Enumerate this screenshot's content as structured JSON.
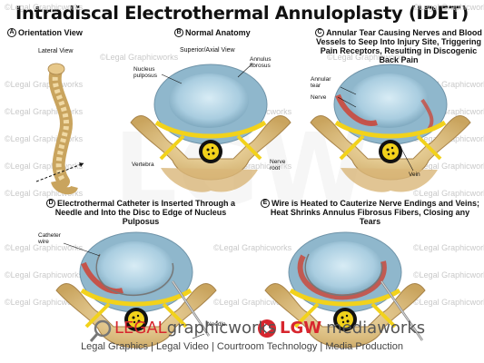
{
  "title": "Intradiscal Electrothermal Annuloplasty (IDET)",
  "watermark": "©Legal Graphicworks",
  "panels": {
    "a": {
      "letter": "A",
      "caption": "Orientation View",
      "sublabel": "Lateral View"
    },
    "b": {
      "letter": "B",
      "caption": "Normal Anatomy",
      "sublabel": "Superior/Axial View",
      "labels": {
        "nucleus": "Nucleus pulposus",
        "annulus": "Annulus fibrosus",
        "vertebra": "Vertebra",
        "nerve_root": "Nerve root"
      }
    },
    "c": {
      "letter": "C",
      "caption": "Annular Tear Causing Nerves and Blood Vessels to Seep Into Injury Site, Triggering Pain Receptors, Resulting in Discogenic Back Pain",
      "labels": {
        "tear": "Annular tear",
        "nerve": "Nerve",
        "vein": "Vein"
      }
    },
    "d": {
      "letter": "D",
      "caption": "Electrothermal Catheter is Inserted Through a Needle and Into the Disc to Edge of Nucleus Pulposus",
      "labels": {
        "catheter": "Catheter wire",
        "needle": "Needle"
      }
    },
    "e": {
      "letter": "E",
      "caption": "Wire is Heated to Cauterize Nerve Endings and Veins; Heat Shrinks Annulus Fibrosus Fibers, Closing any Tears"
    }
  },
  "footer": {
    "legal": "LEGAL",
    "graphicworks": "graphicworks",
    "lgw": "LGW",
    "mediaworks": "mediaworks",
    "tagline": "Legal Graphics | Legal Video | Courtroom Technology | Media Production"
  },
  "colors": {
    "disc_blue": "#a9cde0",
    "annulus": "#9fc4d6",
    "nerve_yellow": "#f2d21b",
    "bone": "#e7c88a",
    "red": "#d23b2a",
    "logo_red": "#d7262e",
    "logo_gray": "#555555"
  }
}
